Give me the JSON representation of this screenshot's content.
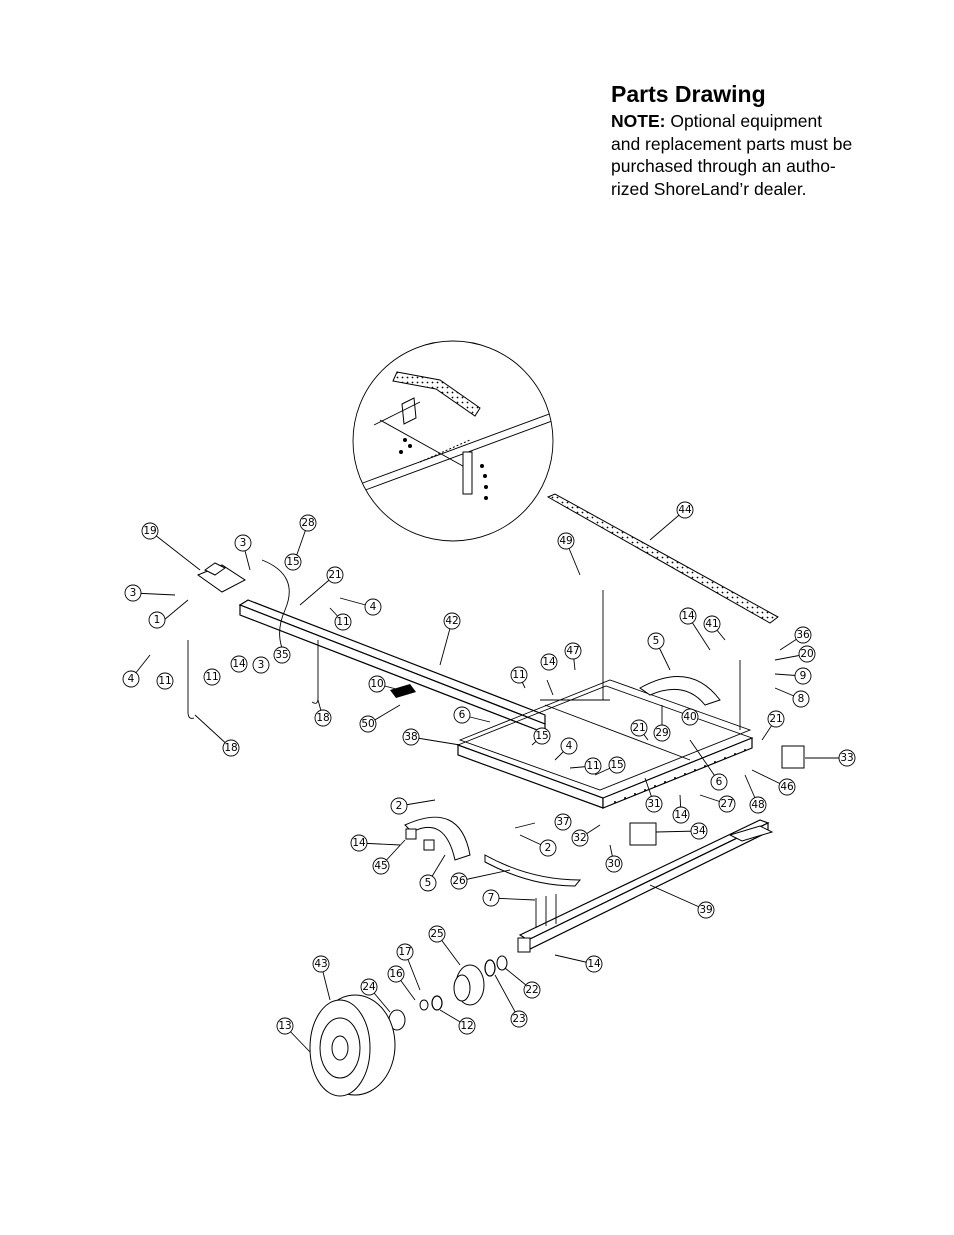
{
  "heading": {
    "title": "Parts Drawing",
    "note_label": "NOTE:",
    "note_lines": [
      "Optional equipment",
      "and replacement parts must be",
      "purchased through an autho-",
      "rized ShoreLand’r dealer."
    ]
  },
  "callout_labels": [
    "1",
    "2",
    "3",
    "4",
    "5",
    "6",
    "7",
    "8",
    "9",
    "10",
    "11",
    "12",
    "13",
    "14",
    "15",
    "16",
    "17",
    "18",
    "19",
    "20",
    "21",
    "22",
    "23",
    "24",
    "25",
    "26",
    "27",
    "28",
    "29",
    "30",
    "31",
    "32",
    "33",
    "34",
    "35",
    "36",
    "37",
    "38",
    "39",
    "40",
    "41",
    "42",
    "43",
    "44",
    "45",
    "46",
    "47",
    "48",
    "49",
    "50"
  ]
}
